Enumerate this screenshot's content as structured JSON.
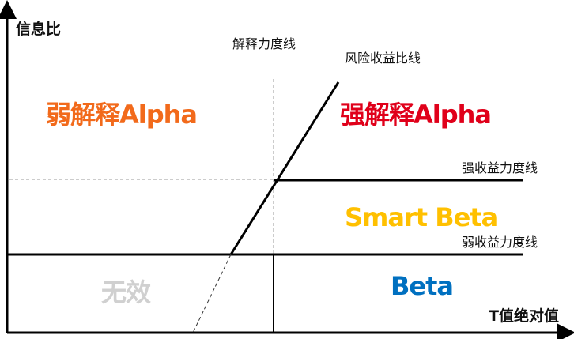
{
  "axes": {
    "y_label": "信息比",
    "x_label": "T值绝对值"
  },
  "lines": {
    "explanatory": "解释力度线",
    "risk_return": "风险收益比线",
    "strong_return": "强收益力度线",
    "weak_return": "弱收益力度线"
  },
  "regions": {
    "weak_alpha": {
      "label": "弱解释Alpha",
      "color": "#f26a1b"
    },
    "strong_alpha": {
      "label": "强解释Alpha",
      "color": "#e0001a"
    },
    "smart_beta": {
      "label": "Smart Beta",
      "color": "#ffc000"
    },
    "beta": {
      "label": "Beta",
      "color": "#0070c0"
    },
    "invalid": {
      "label": "无效",
      "color": "#d0d0d0"
    }
  }
}
